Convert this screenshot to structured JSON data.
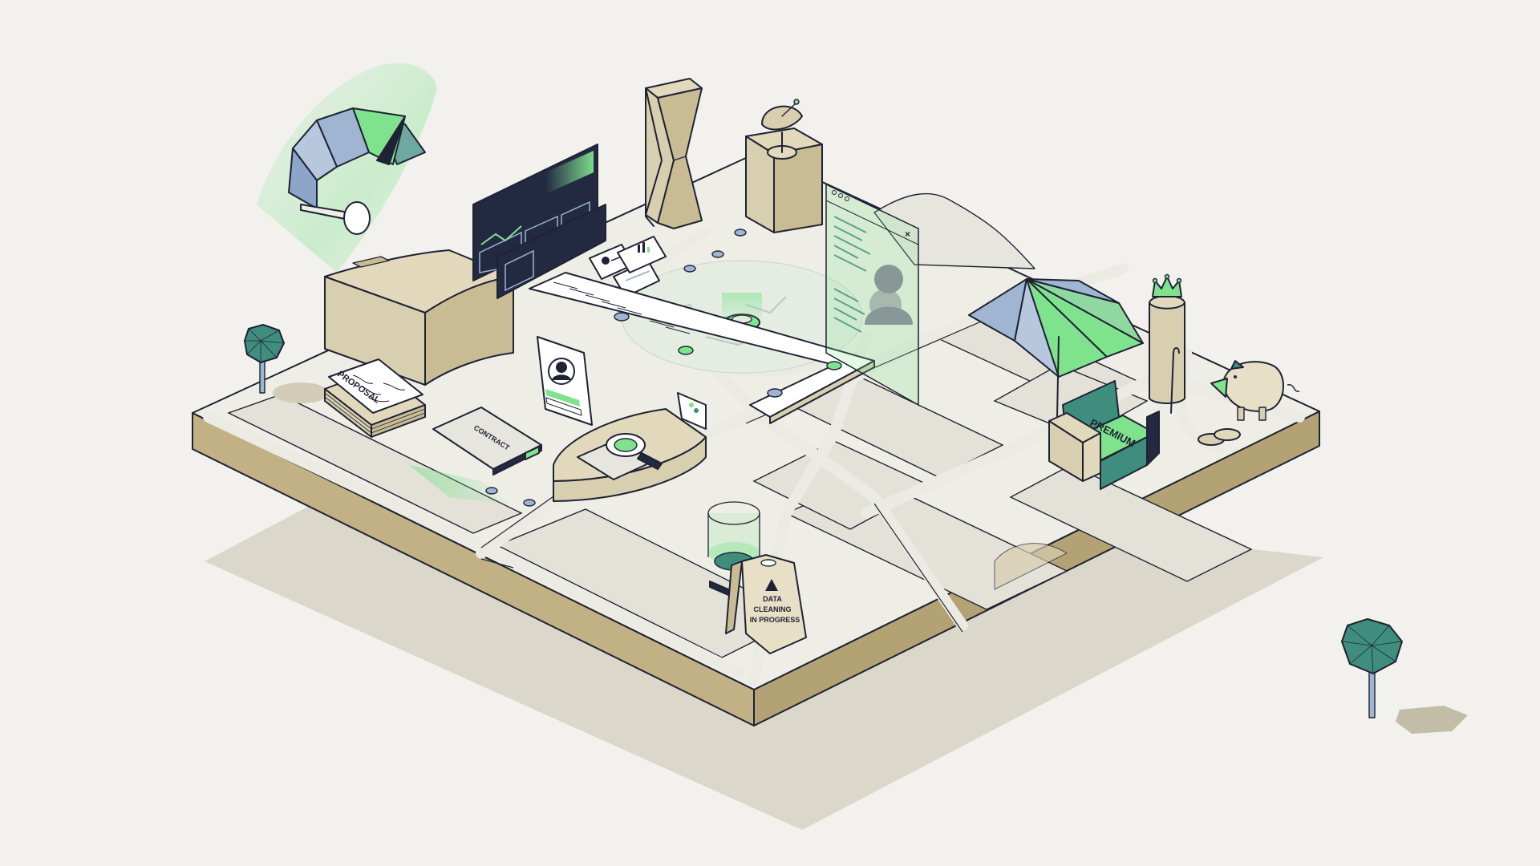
{
  "palette": {
    "background": "#f2f1ed",
    "ground": "#eeede6",
    "beige": "#d8ceb0",
    "beige_dark": "#b9aa7d",
    "shadow": "#dbd7ca",
    "green": "#7fe38e",
    "teal": "#3f8e7d",
    "blue": "#9fb5d2",
    "navy": "#232941",
    "ink": "#1f2233"
  },
  "objects": {
    "proposal_stack": {
      "label": "PROPOSAL"
    },
    "folder": {
      "label": "CONTRACT"
    },
    "sofa": {
      "label": "PREMIUM"
    },
    "wet_floor_sign": {
      "line1": "DATA",
      "line2": "CLEANING",
      "line3": "IN PROGRESS"
    }
  },
  "icons": [
    "gauge-icon",
    "dashboard-screens-icon",
    "skyscraper-icon",
    "satellite-dish-icon",
    "browser-window-icon",
    "user-avatar-icon",
    "umbrella-icon",
    "crown-tower-icon",
    "piggy-bank-icon",
    "coins-icon",
    "tree-icon",
    "id-card-icon",
    "magnifier-icon",
    "glass-container-icon",
    "warning-icon"
  ]
}
